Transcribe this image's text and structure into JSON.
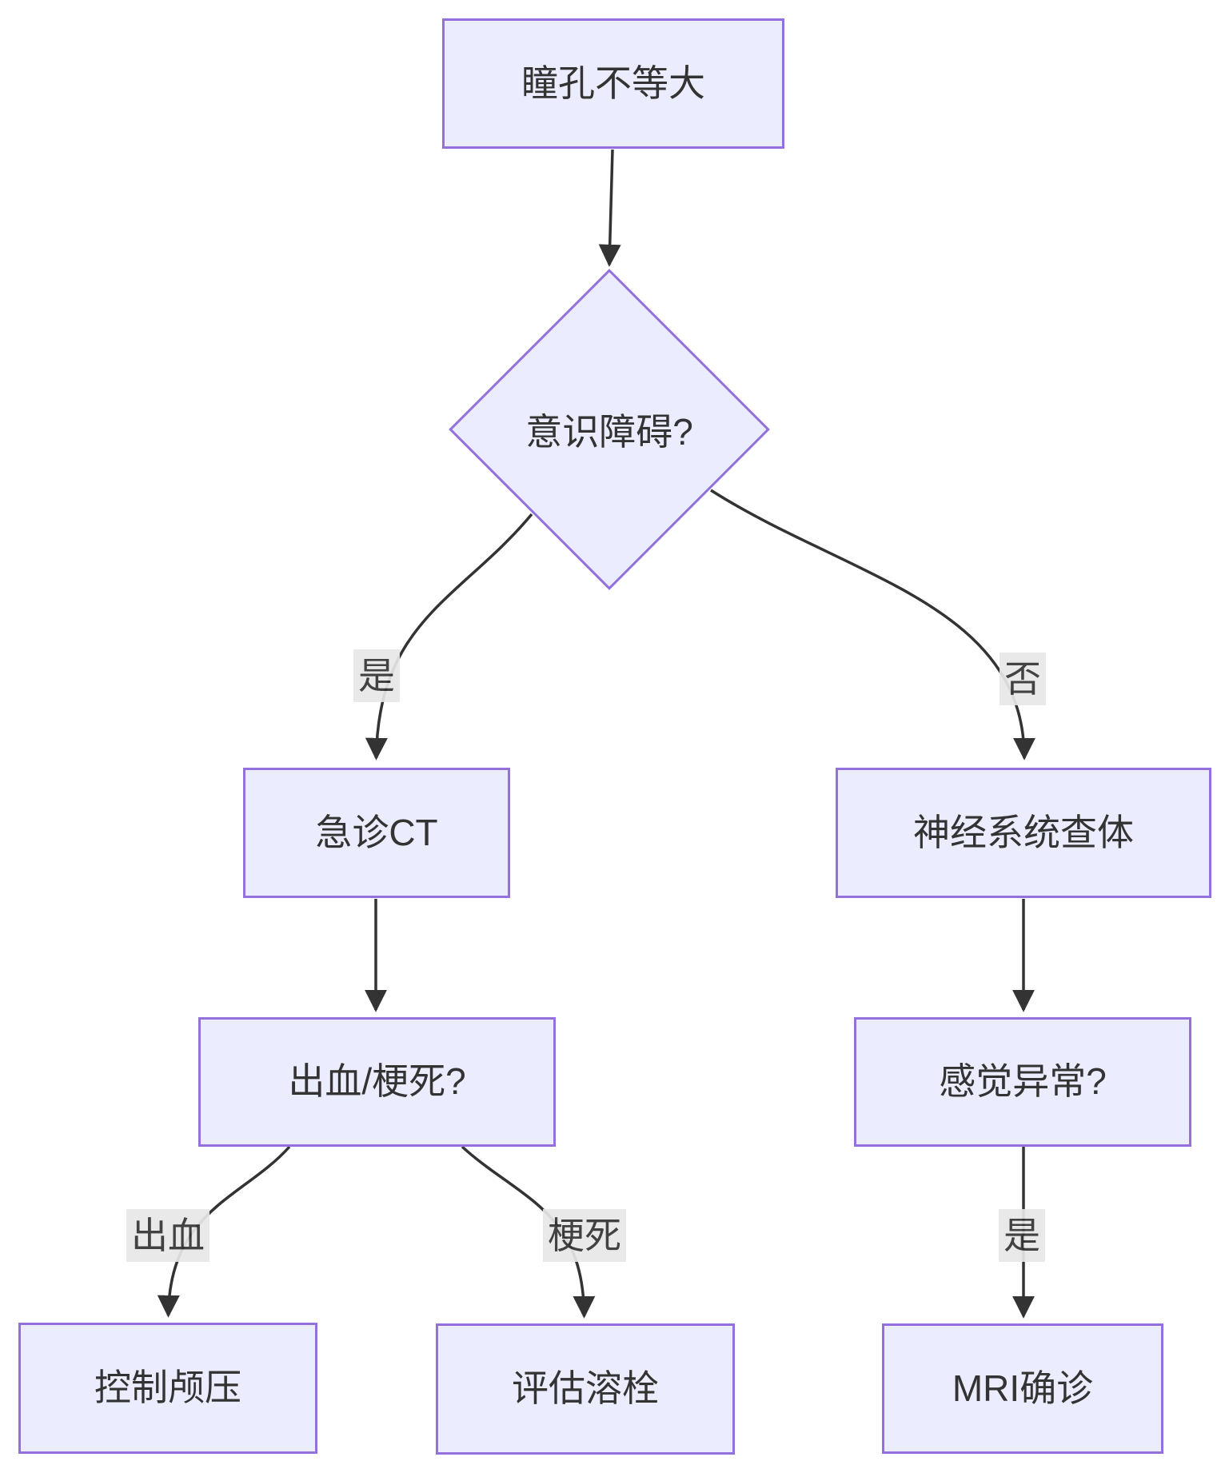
{
  "diagram": {
    "type": "flowchart",
    "direction": "top-down",
    "nodes": [
      {
        "id": "A",
        "shape": "rect",
        "label": "瞳孔不等大"
      },
      {
        "id": "B",
        "shape": "diamond",
        "label": "意识障碍?"
      },
      {
        "id": "C",
        "shape": "rect",
        "label": "急诊CT"
      },
      {
        "id": "D",
        "shape": "rect",
        "label": "神经系统查体"
      },
      {
        "id": "E",
        "shape": "rect",
        "label": "出血/梗死?"
      },
      {
        "id": "F",
        "shape": "rect",
        "label": "感觉异常?"
      },
      {
        "id": "G",
        "shape": "rect",
        "label": "控制颅压"
      },
      {
        "id": "H",
        "shape": "rect",
        "label": "评估溶栓"
      },
      {
        "id": "I",
        "shape": "rect",
        "label": "MRI确诊"
      }
    ],
    "edges": [
      {
        "from": "瞳孔不等大",
        "to": "意识障碍?",
        "label": ""
      },
      {
        "from": "意识障碍?",
        "to": "急诊CT",
        "label": "是"
      },
      {
        "from": "意识障碍?",
        "to": "神经系统查体",
        "label": "否"
      },
      {
        "from": "急诊CT",
        "to": "出血/梗死?",
        "label": ""
      },
      {
        "from": "神经系统查体",
        "to": "感觉异常?",
        "label": ""
      },
      {
        "from": "出血/梗死?",
        "to": "控制颅压",
        "label": "出血"
      },
      {
        "from": "出血/梗死?",
        "to": "评估溶栓",
        "label": "梗死"
      },
      {
        "from": "感觉异常?",
        "to": "MRI确诊",
        "label": "是"
      }
    ],
    "colors": {
      "background": "#ffffff",
      "node_fill": "#ECECFF",
      "node_border": "#9370DB",
      "edge_line": "#333333",
      "edge_label_bg": "#e8e8e8",
      "text": "#333333"
    }
  }
}
